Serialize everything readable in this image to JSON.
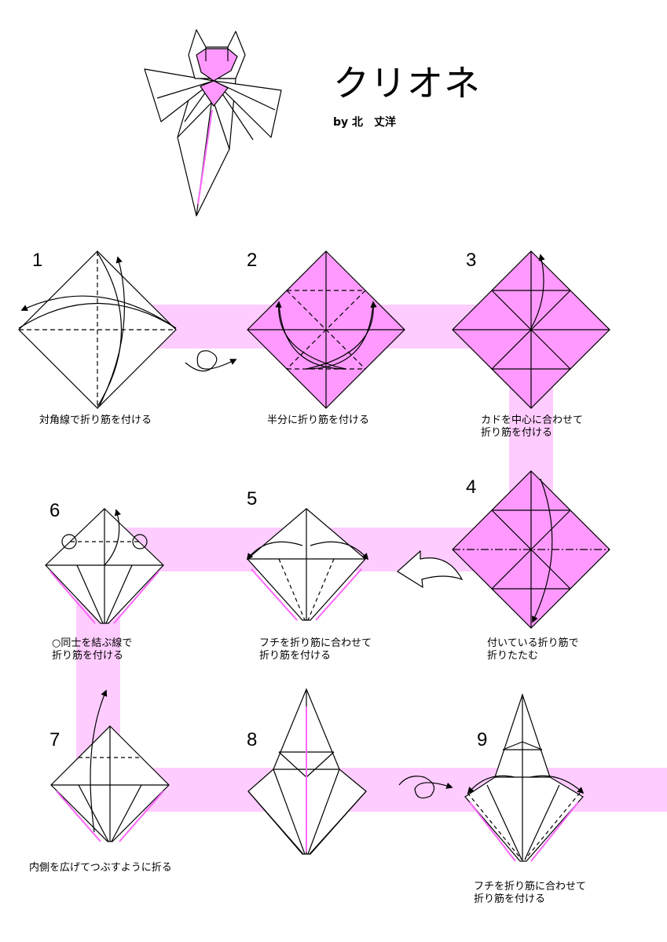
{
  "header": {
    "title": "クリオネ",
    "author": "by 北　丈洋"
  },
  "colors": {
    "paper_color": "#ff99ff",
    "path_band": "#ffccff",
    "line": "#000000",
    "white_side": "#ffffff"
  },
  "steps": [
    {
      "number": "1",
      "caption": [
        "対角線で折り筋を付ける"
      ]
    },
    {
      "number": "2",
      "caption": [
        "半分に折り筋を付ける"
      ]
    },
    {
      "number": "3",
      "caption": [
        "カドを中心に合わせて",
        "折り筋を付ける"
      ]
    },
    {
      "number": "4",
      "caption": [
        "付いている折り筋で",
        "折りたたむ"
      ]
    },
    {
      "number": "5",
      "caption": [
        "フチを折り筋に合わせて",
        "折り筋を付ける"
      ]
    },
    {
      "number": "6",
      "caption": [
        "○同士を結ぶ線で",
        "折り筋を付ける"
      ]
    },
    {
      "number": "7",
      "caption": [
        "内側を広げてつぶすように折る"
      ]
    },
    {
      "number": "8",
      "caption": []
    },
    {
      "number": "9",
      "caption": [
        "フチを折り筋に合わせて",
        "折り筋を付ける"
      ]
    }
  ]
}
